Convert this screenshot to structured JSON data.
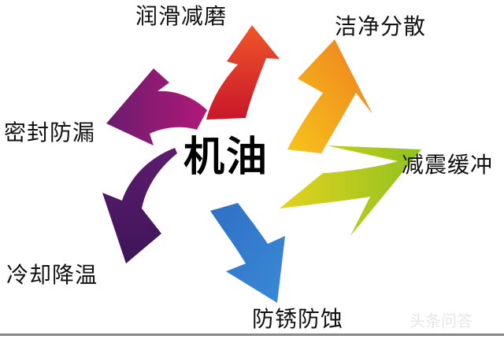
{
  "center_label": "机油",
  "functions": [
    {
      "label": "润滑减磨",
      "color": "#e8262b"
    },
    {
      "label": "洁净分散",
      "color": "#f19a1b"
    },
    {
      "label": "减震缓冲",
      "color": "#9cc51e"
    },
    {
      "label": "防锈防蚀",
      "color": "#2f73c6"
    },
    {
      "label": "冷却降温",
      "color": "#4a1c63"
    },
    {
      "label": "密封防漏",
      "color": "#8a1f7a"
    }
  ],
  "watermark": "头条问答"
}
